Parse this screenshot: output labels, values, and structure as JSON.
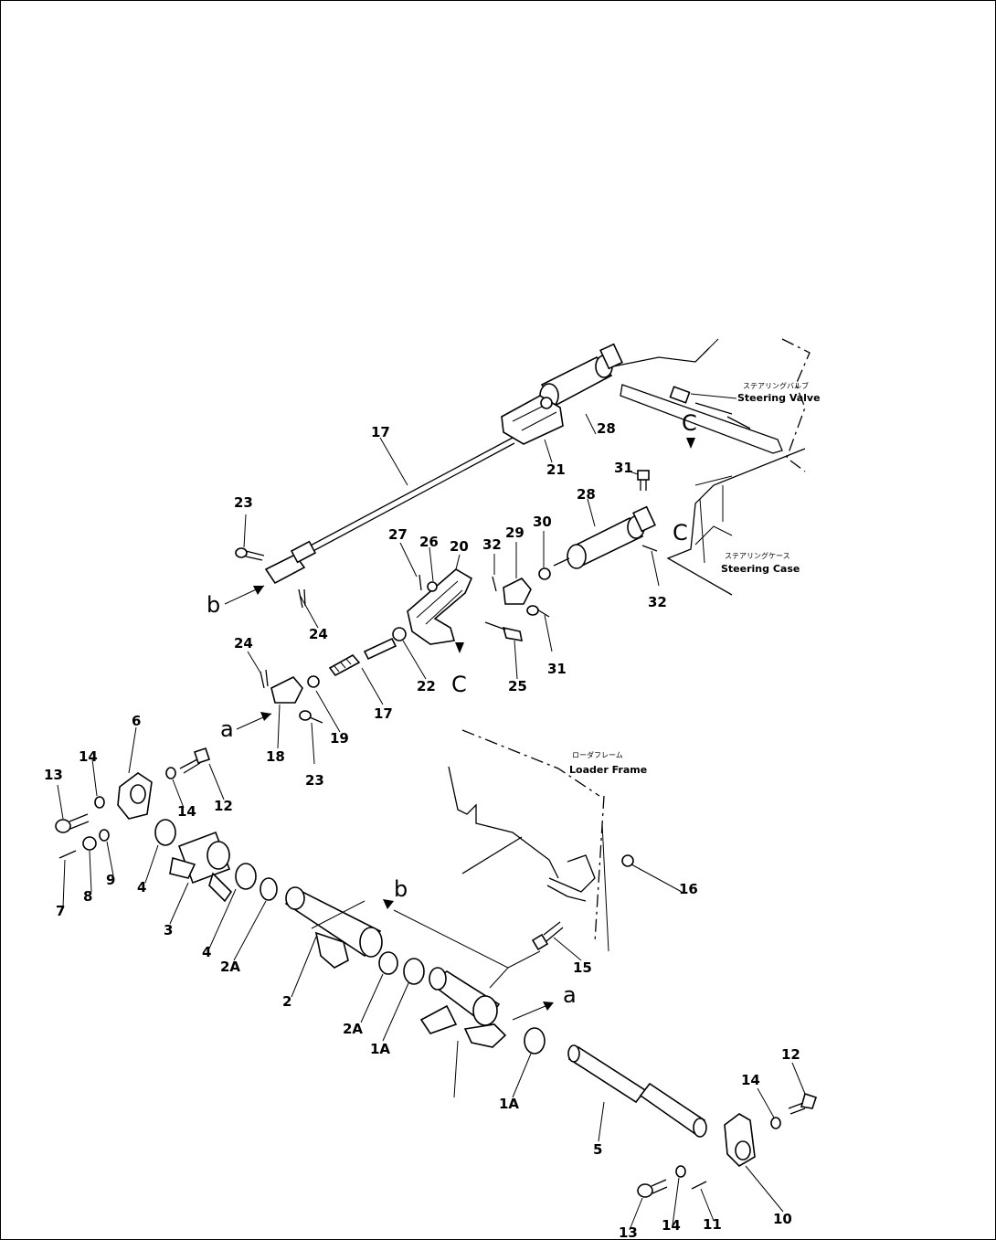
{
  "diagram": {
    "callouts": {
      "p1A_a": "1A",
      "p1A_b": "1A",
      "p2": "2",
      "p2A_a": "2A",
      "p2A_b": "2A",
      "p3": "3",
      "p4_a": "4",
      "p4_b": "4",
      "p5": "5",
      "p6": "6",
      "p7": "7",
      "p8": "8",
      "p9": "9",
      "p10": "10",
      "p11": "11",
      "p12_a": "12",
      "p12_b": "12",
      "p13_a": "13",
      "p13_b": "13",
      "p14_a": "14",
      "p14_b": "14",
      "p14_c": "14",
      "p14_d": "14",
      "p15": "15",
      "p16": "16",
      "p17_a": "17",
      "p17_b": "17",
      "p18": "18",
      "p19": "19",
      "p20": "20",
      "p21": "21",
      "p22": "22",
      "p23_a": "23",
      "p23_b": "23",
      "p24_a": "24",
      "p24_b": "24",
      "p25": "25",
      "p26": "26",
      "p27": "27",
      "p28_a": "28",
      "p28_b": "28",
      "p29": "29",
      "p30": "30",
      "p31_a": "31",
      "p31_b": "31",
      "p32_a": "32",
      "p32_b": "32"
    },
    "refs": {
      "a_1": "a",
      "a_2": "a",
      "b_1": "b",
      "b_2": "b",
      "c_1": "C",
      "c_2": "C",
      "c_3": "C"
    },
    "notes": {
      "steering_valve_jp": "ステアリングバルブ",
      "steering_valve_en": "Steering Valve",
      "steering_case_jp": "ステアリングケース",
      "steering_case_en": "Steering Case",
      "loader_frame_jp": "ローダフレーム",
      "loader_frame_en": "Loader Frame"
    }
  }
}
